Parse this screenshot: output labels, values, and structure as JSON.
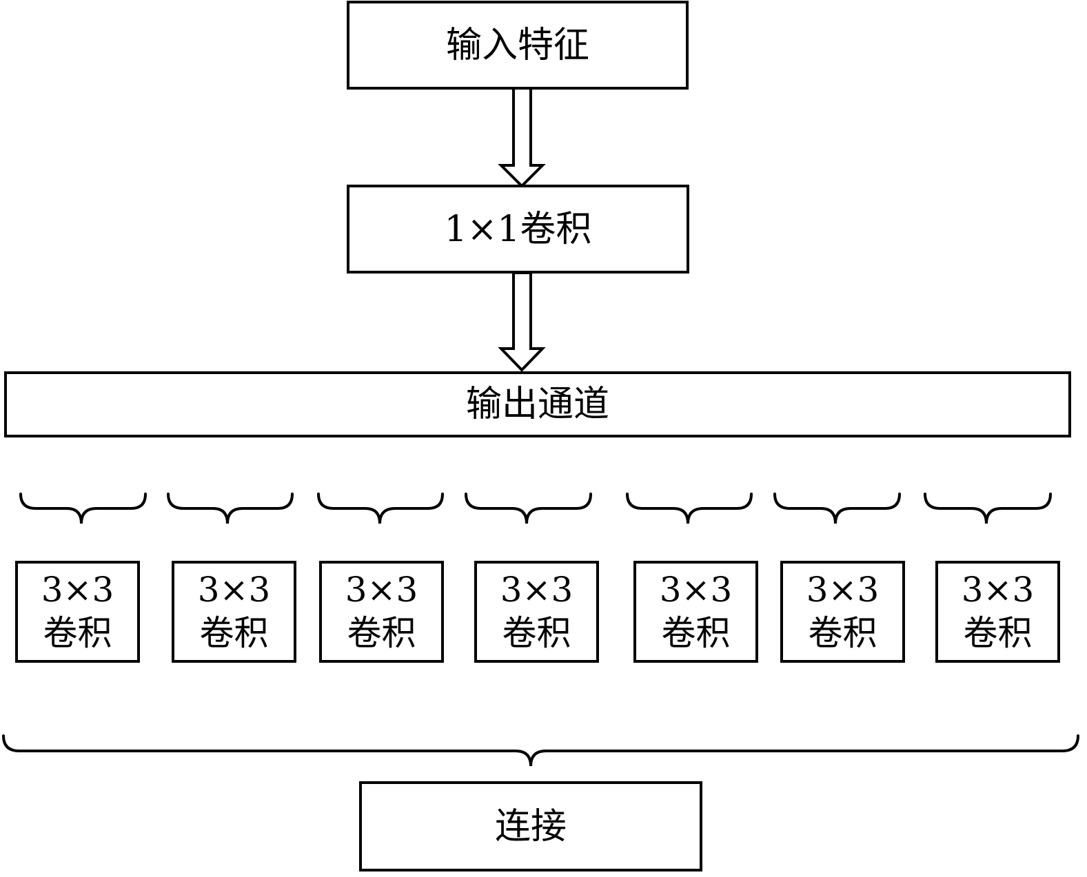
{
  "nodes": {
    "input": {
      "label": "输入特征"
    },
    "conv1x1": {
      "label": "1×1卷积"
    },
    "channels": {
      "label": "输出通道"
    },
    "branches": [
      {
        "size": "3×3",
        "op": "卷积"
      },
      {
        "size": "3×3",
        "op": "卷积"
      },
      {
        "size": "3×3",
        "op": "卷积"
      },
      {
        "size": "3×3",
        "op": "卷积"
      },
      {
        "size": "3×3",
        "op": "卷积"
      },
      {
        "size": "3×3",
        "op": "卷积"
      },
      {
        "size": "3×3",
        "op": "卷积"
      }
    ],
    "concat": {
      "label": "连接"
    }
  },
  "edges": [
    {
      "from": "input",
      "to": "conv1x1",
      "style": "hollow-arrow"
    },
    {
      "from": "conv1x1",
      "to": "channels",
      "style": "hollow-arrow"
    },
    {
      "from": "channels",
      "to": "branches",
      "style": "brace-split"
    },
    {
      "from": "branches",
      "to": "concat",
      "style": "brace-merge"
    }
  ],
  "colors": {
    "stroke": "#000000",
    "fill": "#ffffff",
    "text": "#000000"
  }
}
